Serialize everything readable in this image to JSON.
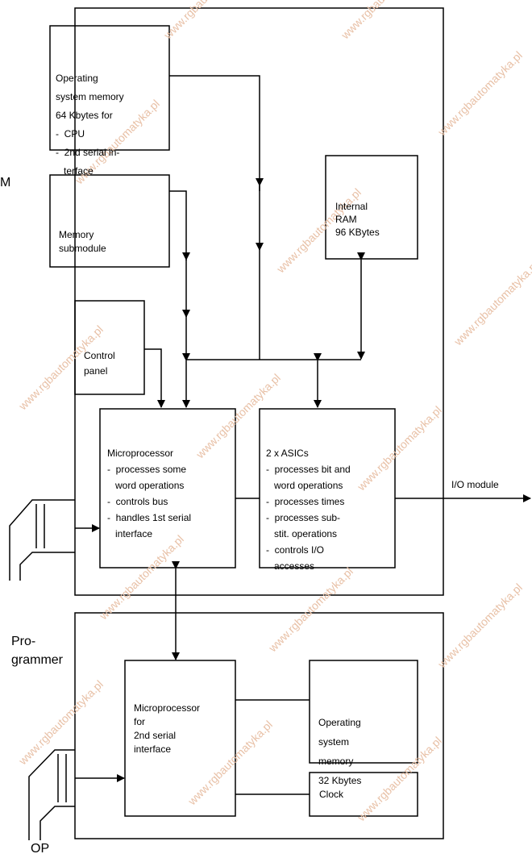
{
  "blocks": {
    "os_memory": [
      "Operating",
      "system memory",
      "64 Kbytes for",
      "-  CPU",
      "-  2nd serial in-",
      "   terface"
    ],
    "memory_submodule": [
      "Memory",
      "",
      "submodule"
    ],
    "internal_ram": [
      "Internal",
      "",
      "RAM",
      "",
      "96 KBytes"
    ],
    "control_panel": [
      "Control",
      "",
      "panel"
    ],
    "microprocessor": [
      "Microprocessor",
      "-  processes some",
      "   word operations",
      "-  controls bus",
      "-  handles 1st serial",
      "   interface"
    ],
    "asics": [
      "2 x ASICs",
      "-  processes bit and",
      "   word operations",
      "-  processes times",
      "-  processes sub-",
      "   stit. operations",
      "-  controls I/O",
      "   accesses"
    ],
    "mp2": [
      "Microprocessor",
      "",
      "for",
      "",
      "2nd serial",
      "",
      "interface"
    ],
    "os_memory_2": [
      "Operating",
      "system",
      "memory",
      "32 Kbytes"
    ],
    "clock": "Clock"
  },
  "labels": {
    "io_module": "I/O module",
    "programmer": [
      "Pro-",
      "grammer"
    ],
    "op": "OP",
    "edge_letter": "M"
  },
  "watermark": "www.rgbautomatyka.pl"
}
